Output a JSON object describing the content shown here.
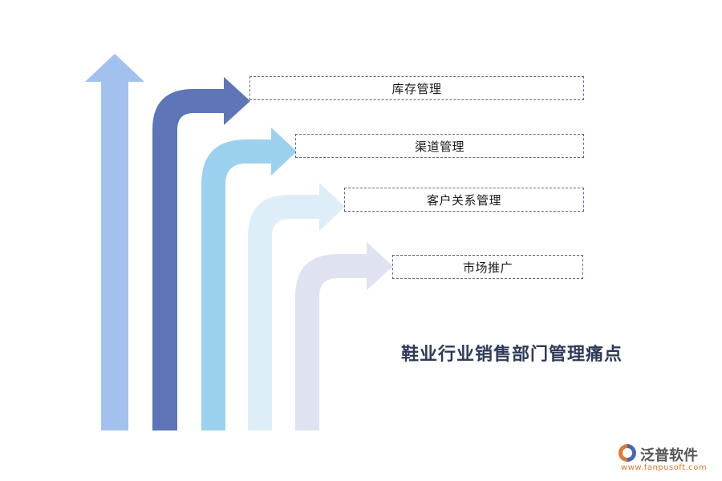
{
  "diagram": {
    "title": "鞋业行业销售部门管理痛点",
    "items": [
      {
        "label": "库存管理"
      },
      {
        "label": "渠道管理"
      },
      {
        "label": "客户关系管理"
      },
      {
        "label": "市场推广"
      }
    ]
  },
  "colors": {
    "arrow_up": "#a2c1ee",
    "arrow_1": "#5e75b8",
    "arrow_2": "#9bd1ee",
    "arrow_3": "#ddeef9",
    "arrow_4": "#dfe3f1",
    "border": "#5a6a8a",
    "title": "#2e3a59"
  },
  "logo": {
    "name": "泛普软件",
    "url": "www.fanpusoft.com"
  }
}
